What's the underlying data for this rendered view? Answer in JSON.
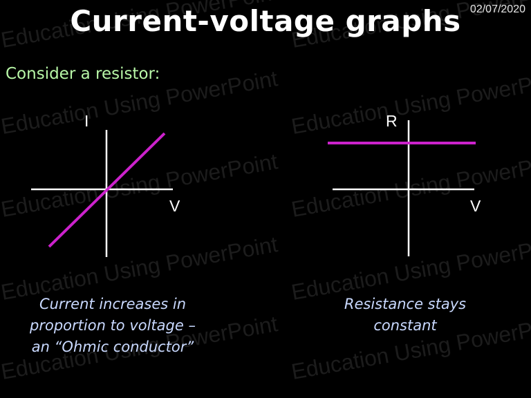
{
  "slide": {
    "date": "02/07/2020",
    "title": "Current-voltage graphs",
    "subtitle": "Consider a resistor:",
    "watermark_text": "Education Using PowerPoint"
  },
  "graph_left": {
    "y_label": "I",
    "x_label": "V",
    "caption_lines": [
      "Current increases in",
      "proportion to voltage –",
      "an “Ohmic conductor”"
    ]
  },
  "graph_right": {
    "y_label": "R",
    "x_label": "V",
    "caption_lines": [
      "Resistance stays",
      "constant"
    ]
  },
  "colors": {
    "background": "#000000",
    "title": "#ffffff",
    "subtitle": "#b8f7a7",
    "caption": "#c9d9ff",
    "plot_line": "#cc22cc",
    "axes": "#ffffff"
  }
}
